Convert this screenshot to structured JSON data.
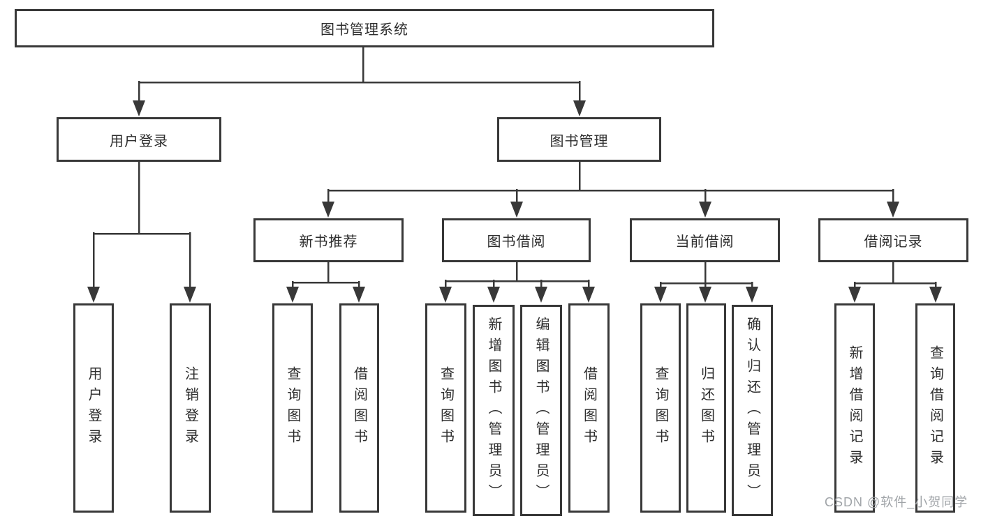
{
  "colors": {
    "line": "#383838",
    "box-border": "#383838",
    "text": "#2d2d2d",
    "watermark": "#a0a4a8",
    "background": "#ffffff"
  },
  "watermark": "CSDN @软件_小贺同学",
  "nodes": {
    "root": "图书管理系统",
    "user_login": "用户登录",
    "book_mgmt": "图书管理",
    "new_rec": "新书推荐",
    "borrow": "图书借阅",
    "current": "当前借阅",
    "records": "借阅记录",
    "user_login_children": [
      "用户登录",
      "注销登录"
    ],
    "new_rec_children": [
      "查询图书",
      "借阅图书"
    ],
    "borrow_children": [
      "查询图书",
      "新增图书（管理员）",
      "编辑图书（管理员）",
      "借阅图书"
    ],
    "current_children": [
      "查询图书",
      "归还图书",
      "确认归还（管理员）"
    ],
    "records_children": [
      "新增借阅记录",
      "查询借阅记录"
    ]
  }
}
